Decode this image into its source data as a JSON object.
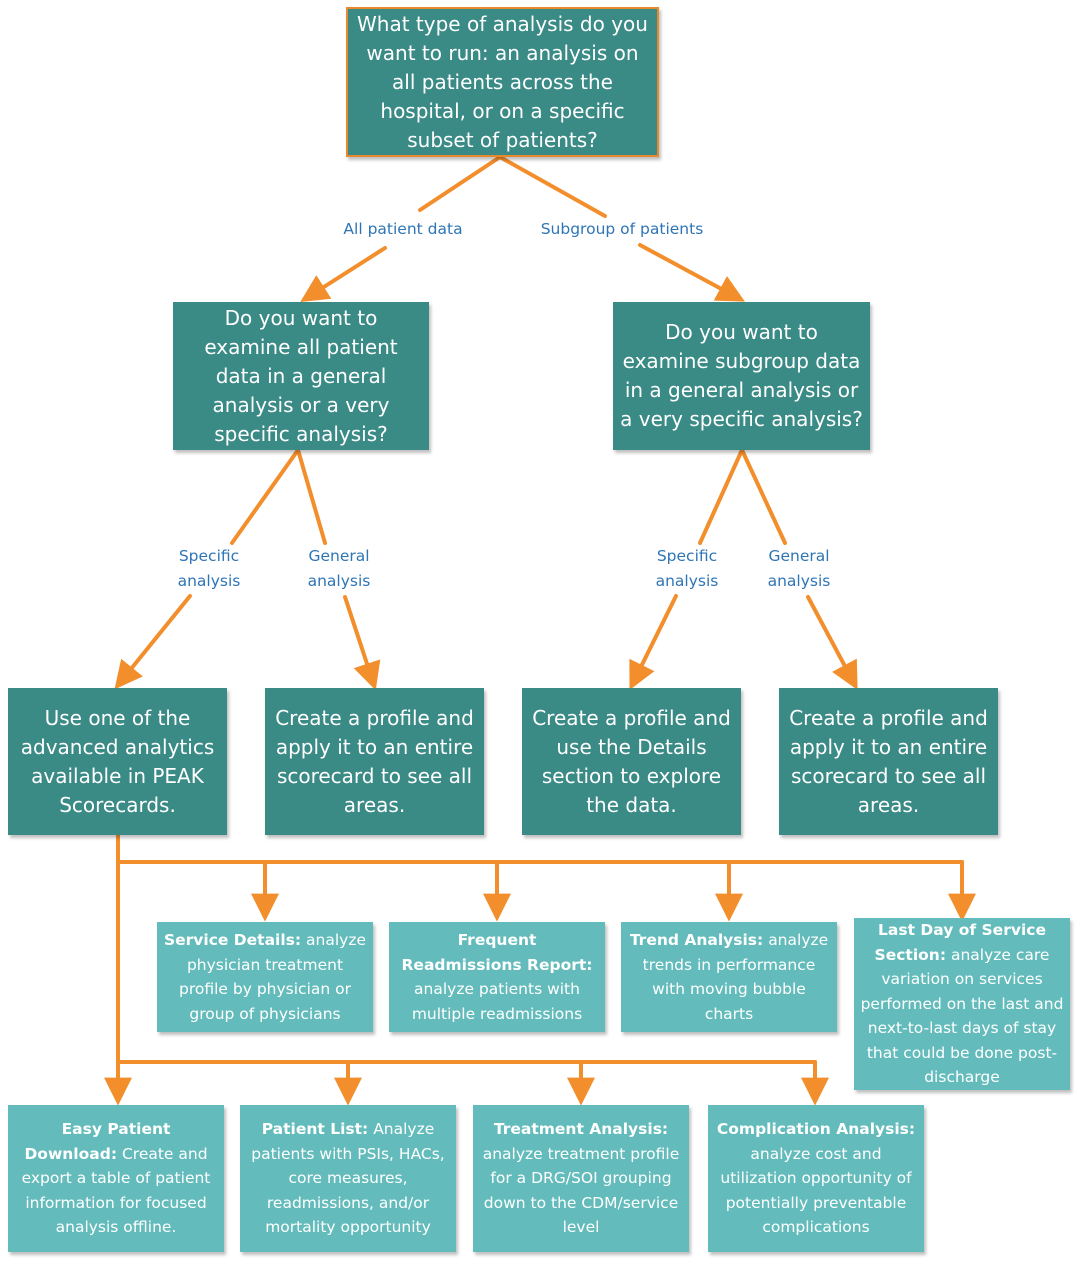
{
  "colors": {
    "dark_box": "#3a8a86",
    "light_box": "#63bcbb",
    "connector": "#f28e2b",
    "edge_label": "#2e75b6"
  },
  "root": {
    "text": "What type of analysis do you want to run: an analysis on all patients across the hospital, or on a specific subset of patients?"
  },
  "branches": {
    "all": "All patient data",
    "subgroup": "Subgroup of patients"
  },
  "questions": {
    "all": "Do you want to examine all patient data in a general analysis or a very specific analysis?",
    "subgroup": "Do you want to examine subgroup data in a general analysis or a very specific analysis?"
  },
  "edge_labels": {
    "all_specific": "Specific analysis",
    "all_general": "General analysis",
    "sub_specific": "Specific analysis",
    "sub_general": "General analysis"
  },
  "outcomes": {
    "advanced": "Use one of the advanced analytics available in PEAK Scorecards.",
    "all_general": "Create a profile and apply it to an entire scorecard to see all areas.",
    "sub_specific": "Create a profile and use the Details section to explore the data.",
    "sub_general": "Create a profile and apply it to an entire scorecard to see all areas."
  },
  "analytics_row1": [
    {
      "title": "Service Details:",
      "desc": "analyze physician treatment profile by physician or group of physicians"
    },
    {
      "title": "Frequent Readmissions Report:",
      "desc": "analyze patients with multiple readmissions"
    },
    {
      "title": "Trend Analysis:",
      "desc": "analyze trends in performance with moving bubble charts"
    },
    {
      "title": "Last Day of Service Section:",
      "desc": "analyze care variation on services performed on the last and next-to-last days of stay that could be done post-discharge"
    }
  ],
  "analytics_row2": [
    {
      "title": "Easy Patient Download:",
      "desc": "Create and export a table of patient information for focused analysis offline."
    },
    {
      "title": "Patient List:",
      "desc": "Analyze patients with PSIs, HACs, core measures, readmissions, and/or mortality opportunity"
    },
    {
      "title": "Treatment Analysis:",
      "desc": "analyze treatment profile for a DRG/SOI grouping down to the CDM/service level"
    },
    {
      "title": "Complication Analysis:",
      "desc": "analyze cost and utilization opportunity of potentially preventable complications"
    }
  ]
}
